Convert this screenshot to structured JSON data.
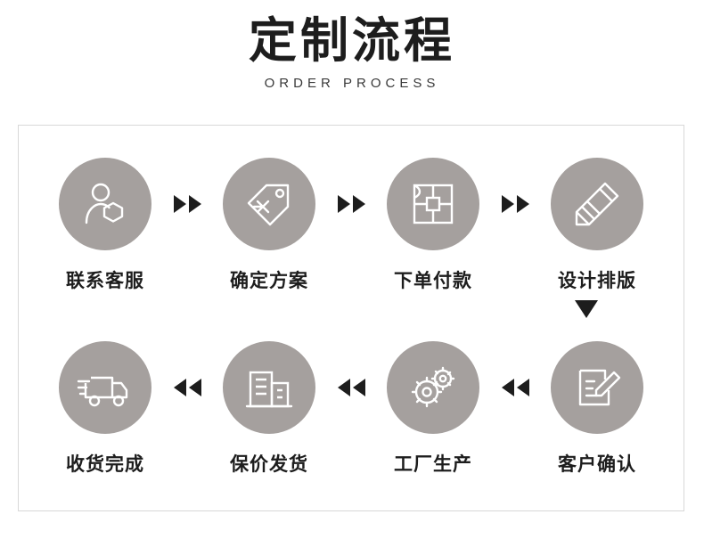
{
  "header": {
    "title": "定制流程",
    "subtitle": "ORDER PROCESS"
  },
  "colors": {
    "circle_fill": "#a5a09e",
    "icon_stroke": "#ffffff",
    "text": "#1d1d1d",
    "panel_border": "#d8d8d8",
    "background": "#ffffff"
  },
  "diagram": {
    "type": "process-flow",
    "row1": {
      "steps": [
        {
          "label": "联系客服",
          "icon": "customer-service-icon"
        },
        {
          "label": "确定方案",
          "icon": "price-tag-icon"
        },
        {
          "label": "下单付款",
          "icon": "order-payment-icon"
        },
        {
          "label": "设计排版",
          "icon": "design-layout-icon"
        }
      ],
      "connector": "double-arrow-right"
    },
    "row2": {
      "steps": [
        {
          "label": "收货完成",
          "icon": "delivery-truck-icon"
        },
        {
          "label": "保价发货",
          "icon": "warehouse-icon"
        },
        {
          "label": "工厂生产",
          "icon": "gears-icon"
        },
        {
          "label": "客户确认",
          "icon": "document-sign-icon"
        }
      ],
      "connector": "double-arrow-left"
    },
    "row_link": "arrow-down"
  }
}
